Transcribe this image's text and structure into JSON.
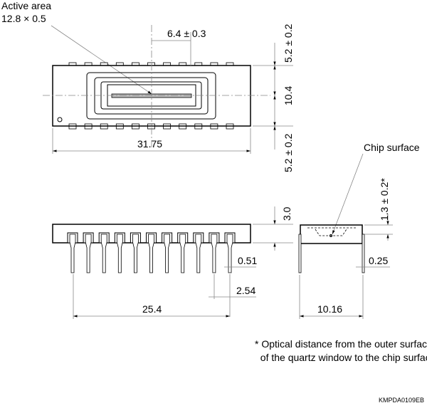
{
  "labels": {
    "active_area": "Active area",
    "active_area_size": "12.8 × 0.5",
    "dim_6_4": "6.4 ± 0.3",
    "dim_5_2_top": "5.2 ± 0.2",
    "dim_10_4": "10.4",
    "dim_5_2_bottom": "5.2 ± 0.2",
    "dim_31_75": "31.75",
    "chip_surface": "Chip surface",
    "dim_1_3": "1.3 ± 0.2*",
    "dim_3_0": "3.0",
    "dim_0_51": "0.51",
    "dim_2_54": "2.54",
    "dim_25_4": "25.4",
    "dim_0_25": "0.25",
    "dim_10_16": "10.16",
    "footnote_line1": "* Optical distance from the outer surface",
    "footnote_line2": "  of the quartz window to the chip surface",
    "drawing_code": "KMPDA0109EB"
  },
  "pin_count_per_side": 11
}
